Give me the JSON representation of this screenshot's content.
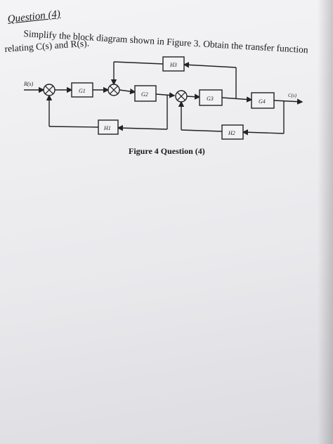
{
  "question": {
    "number_label": "Question (4)",
    "instruction_line1": "Simplify the block diagram shown in Figure 3. Obtain the transfer function",
    "instruction_line2": "relating C(s) and R(s)."
  },
  "diagram": {
    "input_label": "R(s)",
    "output_label": "C(s)",
    "blocks": {
      "g1": "G1",
      "g2": "G2",
      "g3": "G3",
      "g4": "G4",
      "h1": "H1",
      "h2": "H2",
      "h3": "H3"
    }
  },
  "figure_caption": "Figure 4 Question (4)"
}
